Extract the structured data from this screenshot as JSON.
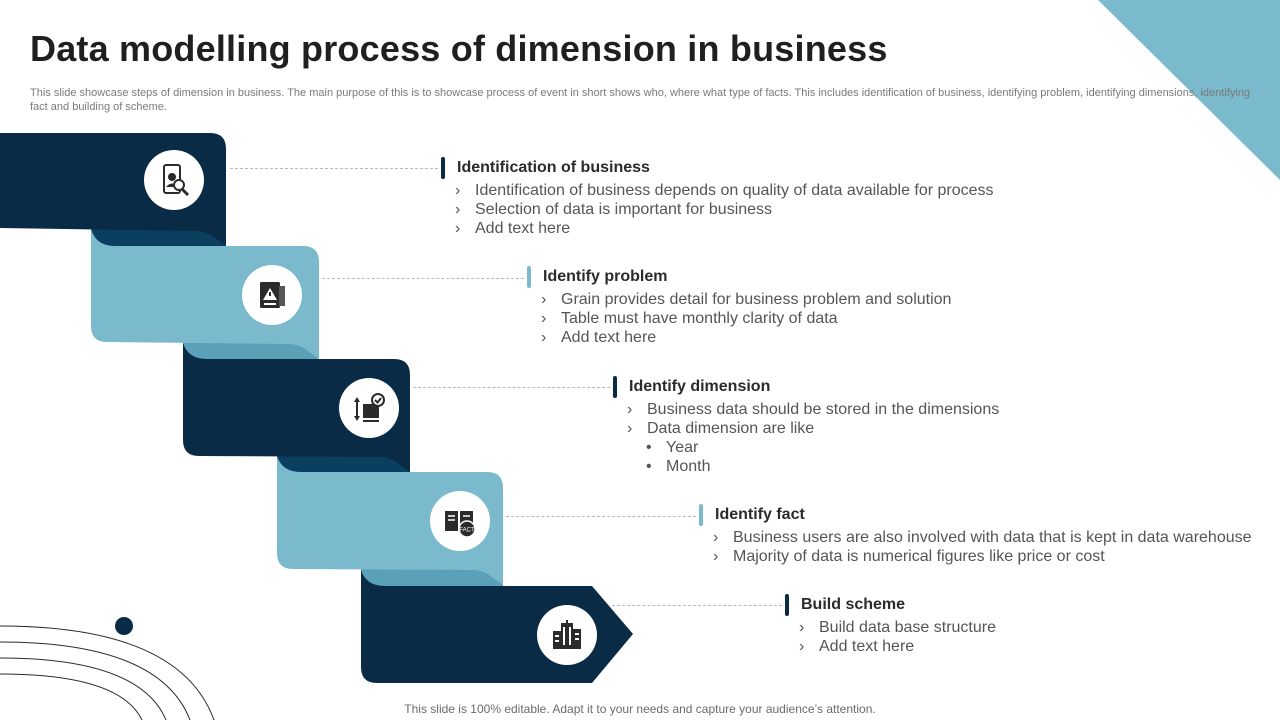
{
  "title": "Data modelling process of dimension in business",
  "subtitle": "This slide showcase steps of dimension in business. The main purpose of this is to showcase process of event  in short shows who, where what type  of facts. This includes identification of business, identifying problem, identifying dimensions, identifying fact and building of scheme.",
  "colors": {
    "dark": "#0a2b45",
    "light": "#7bbacd",
    "accent": "#7bbacd"
  },
  "steps": [
    {
      "title": "Identification of business",
      "icon": "mobile-search-icon",
      "bullets": [
        "Identification of business depends on quality of data available for process",
        "Selection of data is important for business",
        "Add text here"
      ]
    },
    {
      "title": "Identify problem",
      "icon": "document-warning-icon",
      "bullets": [
        "Grain provides detail for business problem and solution",
        "Table must have monthly  clarity of data",
        "Add text here"
      ]
    },
    {
      "title": "Identify dimension",
      "icon": "data-dimension-icon",
      "bullets": [
        "Business data should be stored in the dimensions",
        "Data dimension are like"
      ],
      "sub_bullets": [
        "Year",
        "Month"
      ]
    },
    {
      "title": "Identify fact",
      "icon": "fact-book-icon",
      "bullets": [
        "Business users are also involved with data that is kept in data warehouse",
        "Majority of data is numerical figures like price or cost"
      ]
    },
    {
      "title": "Build scheme",
      "icon": "building-icon",
      "bullets": [
        "Build data base structure",
        "Add text here"
      ]
    }
  ],
  "footer": "This slide is 100% editable. Adapt it to your needs and capture your audience’s attention."
}
